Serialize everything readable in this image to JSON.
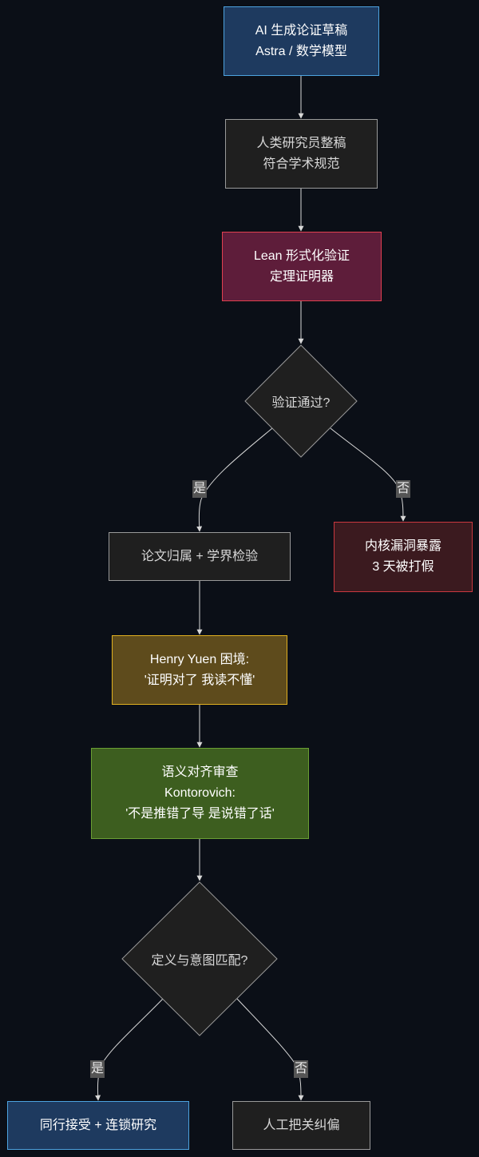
{
  "nodes": {
    "ai_draft": [
      "AI 生成论证草稿",
      "Astra / 数学模型"
    ],
    "human_polish": [
      "人类研究员整稿",
      "符合学术规范"
    ],
    "lean_verify": [
      "Lean 形式化验证",
      "定理证明器"
    ],
    "verify_pass": "验证通过?",
    "paper_review": [
      "论文归属 + 学界检验"
    ],
    "kernel_bug": [
      "内核漏洞暴露",
      "3 天被打假"
    ],
    "henry_yuen": [
      "Henry Yuen 困境:",
      "'证明对了 我读不懂'"
    ],
    "semantic_review": [
      "语义对齐审查",
      "Kontorovich:",
      "'不是推错了导 是说错了话'"
    ],
    "intent_match": "定义与意图匹配?",
    "peer_accept": [
      "同行接受 + 连锁研究"
    ],
    "human_gate": [
      "人工把关纠偏"
    ]
  },
  "edge_labels": {
    "yes_1": "是",
    "no_1": "否",
    "yes_2": "是",
    "no_2": "否"
  },
  "colors": {
    "background": "#0b0f17",
    "edge": "#d8d8d8",
    "blue_fill": "#1e3a5f",
    "red_fill": "#5e1d3a",
    "amber_fill": "#5e4b1c",
    "green_fill": "#3d5e1f",
    "gray_fill": "#1f1f1f"
  }
}
